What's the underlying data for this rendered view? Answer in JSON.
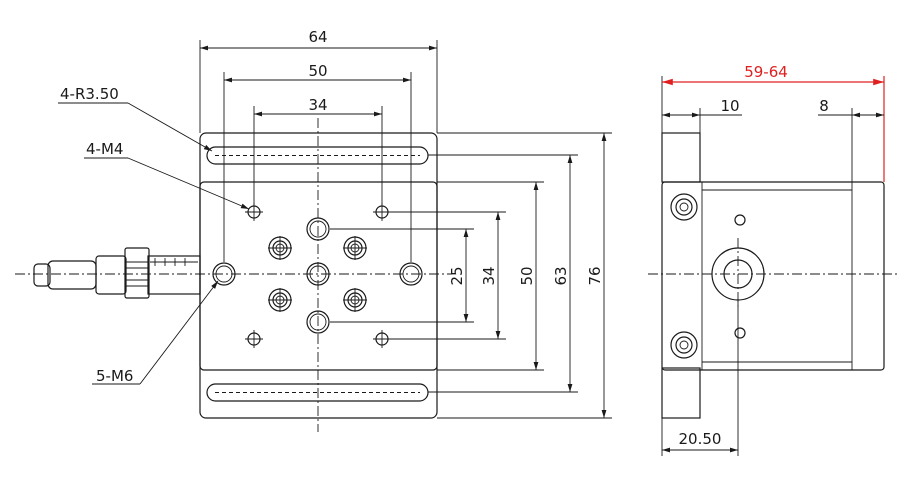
{
  "front_view": {
    "dims": {
      "w64": "64",
      "w50": "50",
      "w34": "34",
      "h25": "25",
      "h34": "34",
      "h50": "50",
      "h63": "63",
      "h76": "76"
    },
    "callouts": {
      "slot": "4-R3.50",
      "m4": "4-M4",
      "m6": "5-M6"
    }
  },
  "side_view": {
    "dims": {
      "range": "59-64",
      "left10": "10",
      "right8": "8",
      "bottom": "20.50"
    }
  },
  "colors": {
    "line": "#1a1a1a",
    "range_dimension": "#e02020"
  }
}
